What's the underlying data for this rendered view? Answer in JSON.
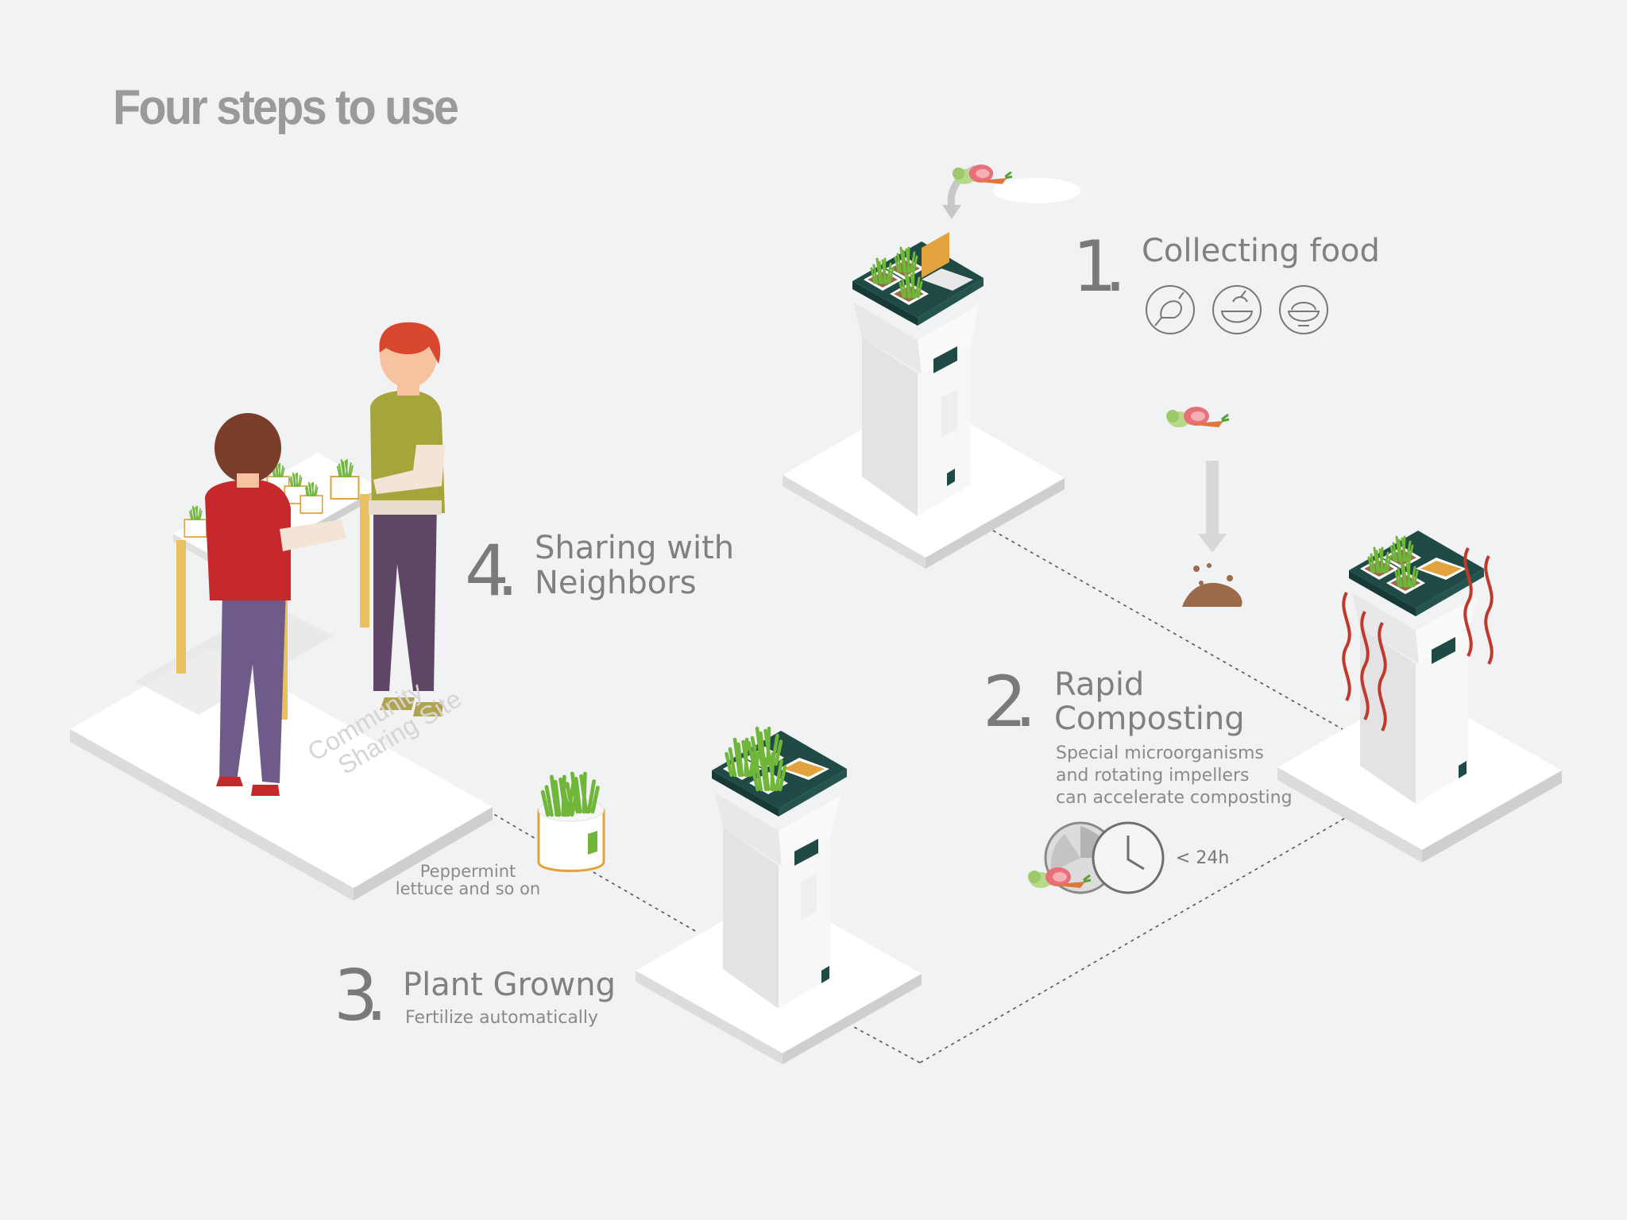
{
  "title": "Four steps to use",
  "steps": [
    {
      "number": "1",
      "title": "Collecting food",
      "icons": [
        "chicken-leg-icon",
        "fish-bowl-icon",
        "rice-bowl-icon"
      ]
    },
    {
      "number": "2",
      "title_line1": "Rapid",
      "title_line2": "Composting",
      "description": [
        "Special microorganisms",
        "and rotating impellers",
        "can accelerate composting"
      ],
      "time": "< 24h"
    },
    {
      "number": "3",
      "title": "Plant Growng",
      "subtitle": "Fertilize automatically"
    },
    {
      "number": "4",
      "title_line1": "Sharing with",
      "title_line2": "Neighbors"
    }
  ],
  "plant_examples": [
    "Peppermint",
    "lettuce and so on"
  ],
  "site_label": [
    "Community",
    "Sharing Site"
  ],
  "colors": {
    "background": "#f1f2f4",
    "bin_body": "#ffffff",
    "bin_top": "#1f4a45",
    "compost_orange": "#e2a23d",
    "plant_green": "#6fb63a",
    "heat_waves": "#c0392b",
    "soil_brown": "#9a6a4a"
  }
}
